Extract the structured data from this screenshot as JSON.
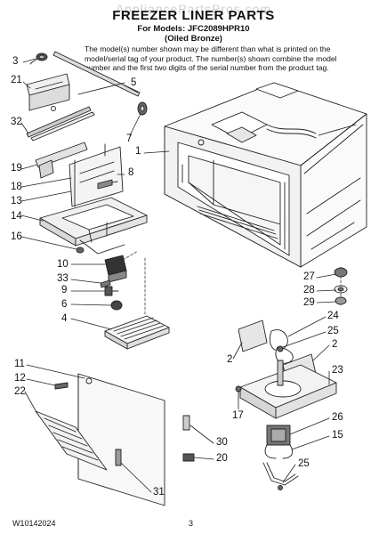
{
  "header": {
    "watermark": "AppliancePartsPros.com",
    "title": "FREEZER LINER PARTS",
    "models": "For Models: JFC2089HPR10",
    "finish": "(Oiled Bronze)",
    "note_lines": [
      "The model(s) number shown may be different than what is printed on the",
      "model/serial tag of your product. The number(s) shown combine the model",
      "number and the first two digits of the serial number from the product tag."
    ]
  },
  "callouts": [
    "3",
    "21",
    "5",
    "32",
    "7",
    "19",
    "1",
    "8",
    "18",
    "13",
    "14",
    "16",
    "10",
    "27",
    "33",
    "28",
    "9",
    "29",
    "6",
    "4",
    "24",
    "25",
    "2",
    "2",
    "11",
    "23",
    "12",
    "22",
    "17",
    "26",
    "15",
    "30",
    "20",
    "25",
    "31"
  ],
  "footer": {
    "doc_number": "W10142024",
    "page": "3"
  }
}
